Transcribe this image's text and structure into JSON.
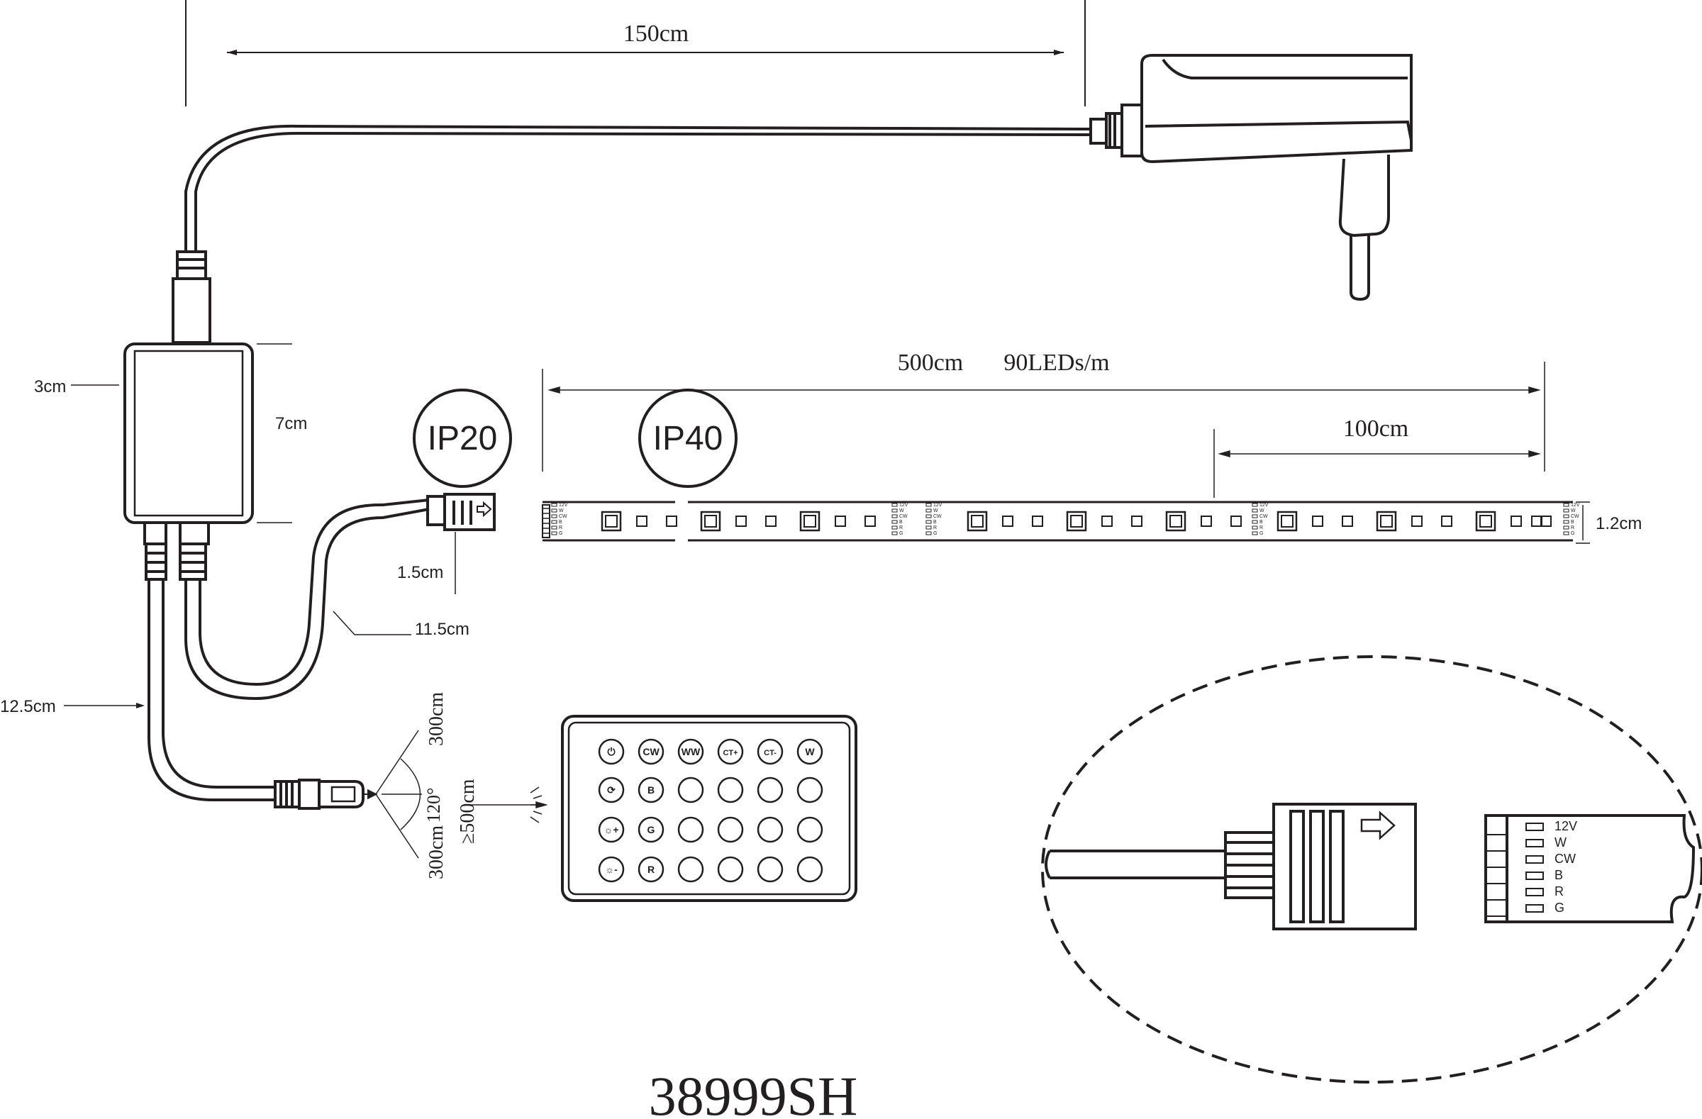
{
  "dimensions": {
    "cable_adapter": "150cm",
    "strip_length": "500cm",
    "led_density": "90LEDs/m",
    "segment": "100cm",
    "strip_width": "1.2cm",
    "controller_depth": "3cm",
    "controller_height": "7cm",
    "connector_length": "1.5cm",
    "cable_output": "11.5cm",
    "cable_ir": "12.5cm"
  },
  "ip_ratings": {
    "controller": "IP20",
    "strip": "IP40"
  },
  "ir_receiver": {
    "range_upper": "300cm",
    "range_lower": "300cm",
    "angle": "120°",
    "distance": "≥500cm"
  },
  "remote": {
    "buttons": [
      [
        "⏻",
        "CW",
        "WW",
        "CT+",
        "CT-",
        "W"
      ],
      [
        "⟳",
        "B",
        "",
        "",
        "",
        ""
      ],
      [
        "☼+",
        "G",
        "",
        "",
        "",
        ""
      ],
      [
        "☼-",
        "R",
        "",
        "",
        "",
        ""
      ]
    ]
  },
  "strip_pad_labels": [
    "12V",
    "W",
    "CW",
    "B",
    "R",
    "G"
  ],
  "detail_pins": [
    "12V",
    "W",
    "CW",
    "B",
    "R",
    "G"
  ],
  "model": "38999SH",
  "colors": {
    "line": "#231f20",
    "background": "#ffffff"
  }
}
